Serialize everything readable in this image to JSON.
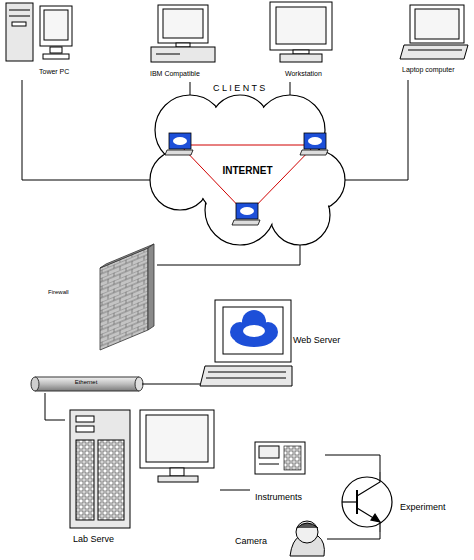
{
  "diagram": {
    "nodes": [
      {
        "text": [
          "Tower PC"
        ]
      },
      {
        "text": [
          "IBM Compatible"
        ]
      },
      {
        "text": [
          "Workstation"
        ]
      },
      {
        "text": [
          "Laptop computer"
        ]
      },
      {
        "text": [
          "INTERNET"
        ]
      },
      {
        "text": [
          "Firewall"
        ]
      },
      {
        "text": [
          "Web Server"
        ]
      },
      {
        "text": [
          "Ethernet"
        ]
      },
      {
        "text": [
          "Lab Serve"
        ]
      },
      {
        "text": [
          "Instruments"
        ]
      },
      {
        "text": [
          "Experiment"
        ]
      },
      {
        "text": [
          "Camera"
        ]
      }
    ],
    "edges": [
      {
        "from": 0,
        "to": 4,
        "arrow": "none"
      },
      {
        "from": 1,
        "to": 4,
        "arrow": "none"
      },
      {
        "from": 2,
        "to": 4,
        "arrow": "none"
      },
      {
        "from": 3,
        "to": 4,
        "arrow": "none"
      },
      {
        "from": 4,
        "to": 5,
        "arrow": "none"
      },
      {
        "from": 6,
        "to": 7,
        "arrow": "none"
      },
      {
        "from": 7,
        "to": 8,
        "arrow": "none"
      },
      {
        "from": 8,
        "to": 9,
        "arrow": "none"
      },
      {
        "from": 9,
        "to": 10,
        "arrow": "none"
      },
      {
        "from": 11,
        "to": 10,
        "arrow": "none"
      }
    ],
    "labels": [
      "C L I E N T S"
    ]
  }
}
